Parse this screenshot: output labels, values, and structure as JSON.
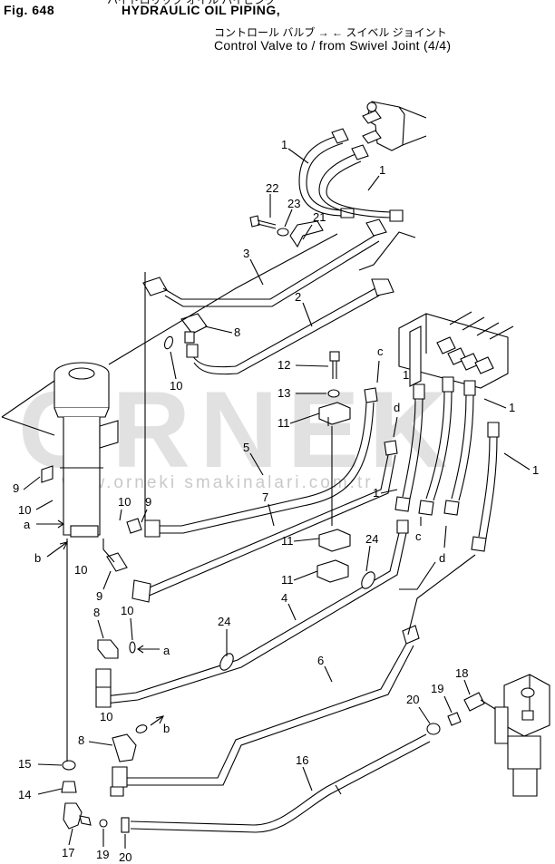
{
  "header": {
    "top_cut_text": "ハイドロリック オイル パイピング",
    "figure": "Fig. 648",
    "title": "HYDRAULIC OIL PIPING,",
    "subtitle_jp": "コントロール バルブ → ← スイベル ジョイント",
    "subtitle_en": "Control Valve to / from Swivel Joint (4/4)"
  },
  "watermark": {
    "brand": "ORNEK",
    "url": "www.orneki smakinalari.com.tr"
  },
  "callouts": [
    {
      "id": "c1a",
      "text": "1"
    },
    {
      "id": "c1b",
      "text": "1"
    },
    {
      "id": "c2",
      "text": "2"
    },
    {
      "id": "c3",
      "text": "3"
    },
    {
      "id": "c22",
      "text": "22"
    },
    {
      "id": "c23",
      "text": "23"
    },
    {
      "id": "c21",
      "text": "21"
    },
    {
      "id": "c8a",
      "text": "8"
    },
    {
      "id": "c10a",
      "text": "10"
    },
    {
      "id": "c12",
      "text": "12"
    },
    {
      "id": "c13",
      "text": "13"
    },
    {
      "id": "c11a",
      "text": "11"
    },
    {
      "id": "cc1",
      "text": "c"
    },
    {
      "id": "c1c",
      "text": "1"
    },
    {
      "id": "cd1",
      "text": "d"
    },
    {
      "id": "c1d",
      "text": "1"
    },
    {
      "id": "c1e",
      "text": "1"
    },
    {
      "id": "c1f",
      "text": "1"
    },
    {
      "id": "c5",
      "text": "5"
    },
    {
      "id": "c7",
      "text": "7"
    },
    {
      "id": "c9a",
      "text": "9"
    },
    {
      "id": "c10b",
      "text": "10"
    },
    {
      "id": "c10c",
      "text": "10"
    },
    {
      "id": "c9b",
      "text": "9"
    },
    {
      "id": "ca1",
      "text": "a"
    },
    {
      "id": "cb1",
      "text": "b"
    },
    {
      "id": "c10d",
      "text": "10"
    },
    {
      "id": "c11b",
      "text": "11"
    },
    {
      "id": "c11c",
      "text": "11"
    },
    {
      "id": "c24a",
      "text": "24"
    },
    {
      "id": "cc2",
      "text": "c"
    },
    {
      "id": "cd2",
      "text": "d"
    },
    {
      "id": "c9c",
      "text": "9"
    },
    {
      "id": "c8b",
      "text": "8"
    },
    {
      "id": "c10e",
      "text": "10"
    },
    {
      "id": "ca2",
      "text": "a"
    },
    {
      "id": "c4",
      "text": "4"
    },
    {
      "id": "c24b",
      "text": "24"
    },
    {
      "id": "c6",
      "text": "6"
    },
    {
      "id": "c18",
      "text": "18"
    },
    {
      "id": "c19a",
      "text": "19"
    },
    {
      "id": "c20a",
      "text": "20"
    },
    {
      "id": "c10f",
      "text": "10"
    },
    {
      "id": "cb2",
      "text": "b"
    },
    {
      "id": "c8c",
      "text": "8"
    },
    {
      "id": "c15",
      "text": "15"
    },
    {
      "id": "c16",
      "text": "16"
    },
    {
      "id": "c14",
      "text": "14"
    },
    {
      "id": "c17",
      "text": "17"
    },
    {
      "id": "c19b",
      "text": "19"
    },
    {
      "id": "c20b",
      "text": "20"
    }
  ]
}
